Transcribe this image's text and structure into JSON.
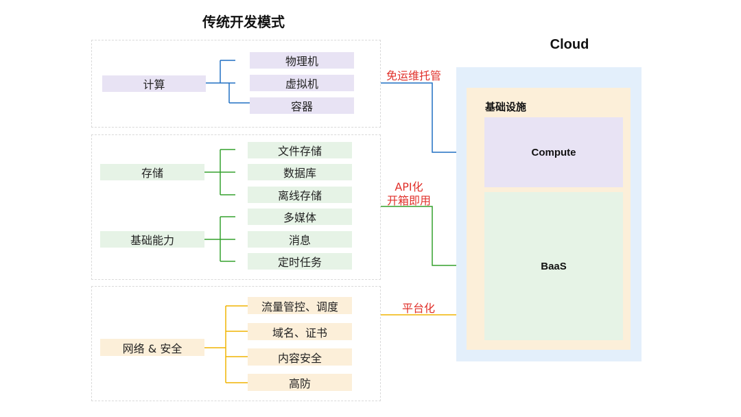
{
  "titles": {
    "traditional": "传统开发模式",
    "cloud": "Cloud"
  },
  "compute_group": {
    "category": "计算",
    "items": [
      "物理机",
      "虚拟机",
      "容器"
    ]
  },
  "storage_group": {
    "storage": {
      "category": "存储",
      "items": [
        "文件存储",
        "数据库",
        "离线存储"
      ]
    },
    "basic": {
      "category": "基础能力",
      "items": [
        "多媒体",
        "消息",
        "定时任务"
      ]
    }
  },
  "network_group": {
    "category": "网络 & 安全",
    "items": [
      "流量管控、调度",
      "域名、证书",
      "内容安全",
      "高防"
    ]
  },
  "cloud": {
    "infra_label": "基础设施",
    "compute_label": "Compute",
    "baas_label": "BaaS"
  },
  "annotations": {
    "managed": "免运维托管",
    "api_line1": "API化",
    "api_line2": "开箱即用",
    "platform": "平台化"
  },
  "colors": {
    "compute_line": "#1f6fc2",
    "storage_line": "#33a02c",
    "network_line": "#f0b400",
    "annotation": "#e0302a",
    "purple_fill": "#e8e3f4",
    "green_fill": "#e6f3e6",
    "yellow_fill": "#fcefd9",
    "cloud_fill": "#e3effb"
  }
}
